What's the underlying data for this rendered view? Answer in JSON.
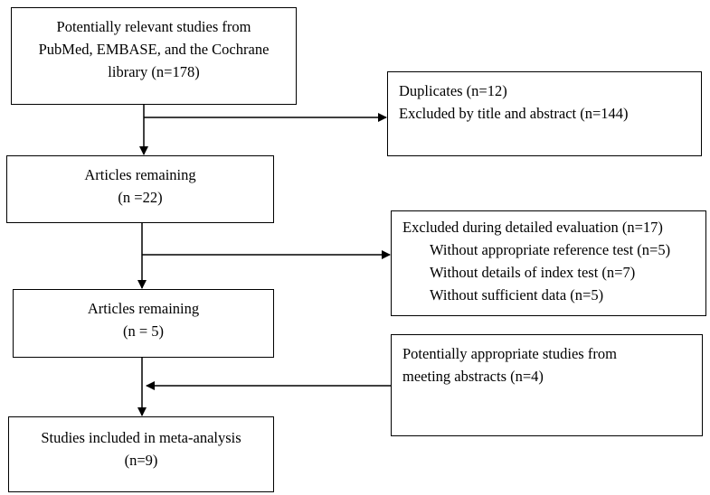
{
  "boxes": {
    "identified": {
      "lines": [
        "Potentially relevant studies from",
        "PubMed, EMBASE, and the Cochrane",
        "library (n=178)"
      ]
    },
    "excluded_first": {
      "lines": [
        "Duplicates (n=12)",
        "Excluded by title and abstract (n=144)"
      ]
    },
    "remaining_first": {
      "lines": [
        "Articles remaining",
        "(n =22)"
      ]
    },
    "excluded_detailed": {
      "heading": "Excluded during detailed evaluation (n=17)",
      "items": [
        "Without appropriate reference test (n=5)",
        "Without details of index test (n=7)",
        "Without sufficient data (n=5)"
      ]
    },
    "remaining_second": {
      "lines": [
        "Articles remaining",
        "(n = 5)"
      ]
    },
    "meeting_abstracts": {
      "lines": [
        "Potentially appropriate studies from",
        "meeting abstracts (n=4)"
      ]
    },
    "included": {
      "lines": [
        "Studies included in meta-analysis",
        "(n=9)"
      ]
    }
  }
}
